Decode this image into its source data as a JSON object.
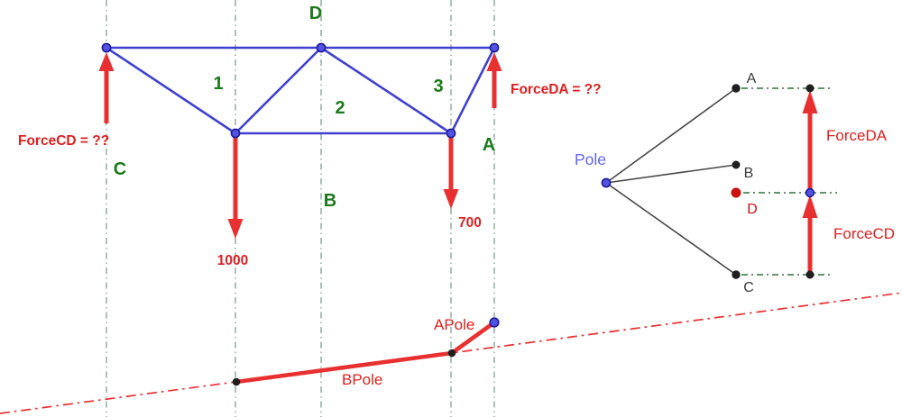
{
  "colors": {
    "member_blue": "#4040d0",
    "node_fill": "#5353e0",
    "node_stroke": "#1b1b9e",
    "guide_green": "#7fa18f",
    "polygon_guide_green": "#4d8553",
    "force_red": "#e83030",
    "label_green": "#1a7a1a",
    "label_red": "#dd1f1f",
    "pole_blue": "#6363f0",
    "ray_gray": "#474747",
    "dot_dark": "#1f1f1f",
    "point_d_red": "#cc1111",
    "point_label_gray": "#3c3c3c"
  },
  "form": {
    "labels": {
      "d": "D",
      "c": "C",
      "b": "B",
      "a": "A",
      "panel1": "1",
      "panel2": "2",
      "panel3": "3"
    },
    "reaction_cd": "ForceCD = ??",
    "reaction_da": "ForceDA = ??",
    "load_left": "1000",
    "load_right": "700"
  },
  "polygon": {
    "pole": "Pole",
    "point_a": "A",
    "point_b": "B",
    "point_c": "C",
    "point_d": "D",
    "force_da": "ForceDA",
    "force_cd": "ForceCD"
  },
  "funicular": {
    "apole": "APole",
    "bpole": "BPole"
  }
}
